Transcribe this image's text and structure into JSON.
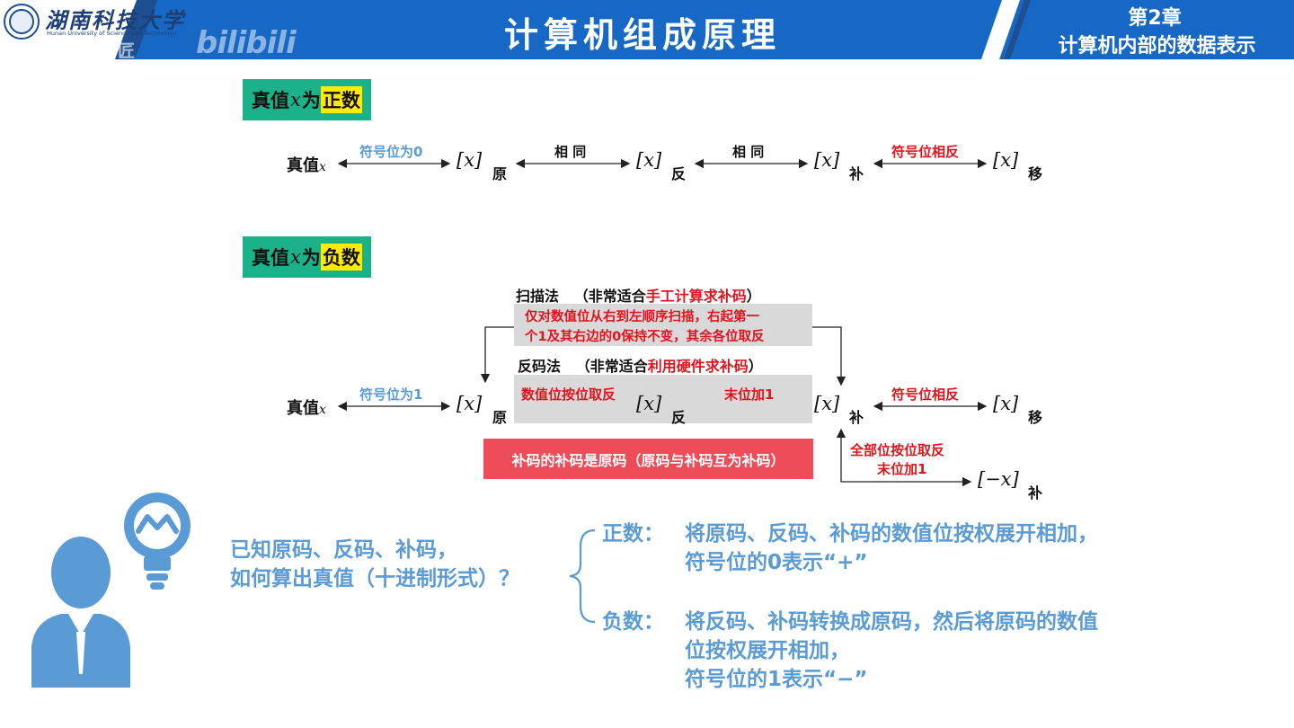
{
  "header": {
    "university_cn": "湖南科技大学",
    "university_en": "Hunan University of Science and Technology",
    "watermark_left": "湖科大教书匠",
    "watermark_bili": "bilibili",
    "title": "计算机组成原理",
    "chapter_no": "第2章",
    "chapter_name": "计算机内部的数据表示",
    "colors": {
      "band": "#1768c5",
      "stripe": "#1d4f91"
    }
  },
  "positive": {
    "heading_prefix": "真值",
    "heading_var": "x",
    "heading_mid": "为",
    "heading_highlight": "正数",
    "node_true": "真值",
    "node_true_var": "x",
    "code": "[x]",
    "sub_yuan": "原",
    "sub_fan": "反",
    "sub_bu": "补",
    "sub_yi": "移",
    "edge_sign0": "符号位为0",
    "edge_same1": "相 同",
    "edge_same2": "相 同",
    "edge_sign_invert": "符号位相反"
  },
  "negative": {
    "heading_prefix": "真值",
    "heading_var": "x",
    "heading_mid": "为",
    "heading_highlight": "负数",
    "scan_title": "扫描法",
    "scan_paren_open": "（非常适合",
    "scan_paren_red": "手工计算求补码",
    "scan_paren_close": "）",
    "scan_line1": "仅对数值位从右到左顺序扫描，右起第一",
    "scan_line2": "个1及其右边的0保持不变，其余各位取反",
    "fan_title": "反码法",
    "fan_paren_open": "（非常适合",
    "fan_paren_red": "利用硬件求补码",
    "fan_paren_close": "）",
    "edge_sign1": "符号位为1",
    "edge_invert": "数值位按位取反",
    "edge_plus1": "末位加1",
    "edge_sign_invert": "符号位相反",
    "neg_line1": "全部位按位取反",
    "neg_line2": "末位加1",
    "neg_code": "[−x]",
    "note": "补码的补码是原码（原码与补码互为补码）"
  },
  "question": {
    "line1": "已知原码、反码、补码，",
    "line2": "如何算出真值（十进制形式）？",
    "pos_label": "正数：",
    "pos_line1": "将原码、反码、补码的数值位按权展开相加，",
    "pos_line2": "符号位的0表示“+”",
    "neg_label": "负数：",
    "neg_line1": "将反码、补码转换成原码，然后将原码的数值",
    "neg_line2": "位按权展开相加，",
    "neg_line3": "符号位的1表示“−”"
  }
}
